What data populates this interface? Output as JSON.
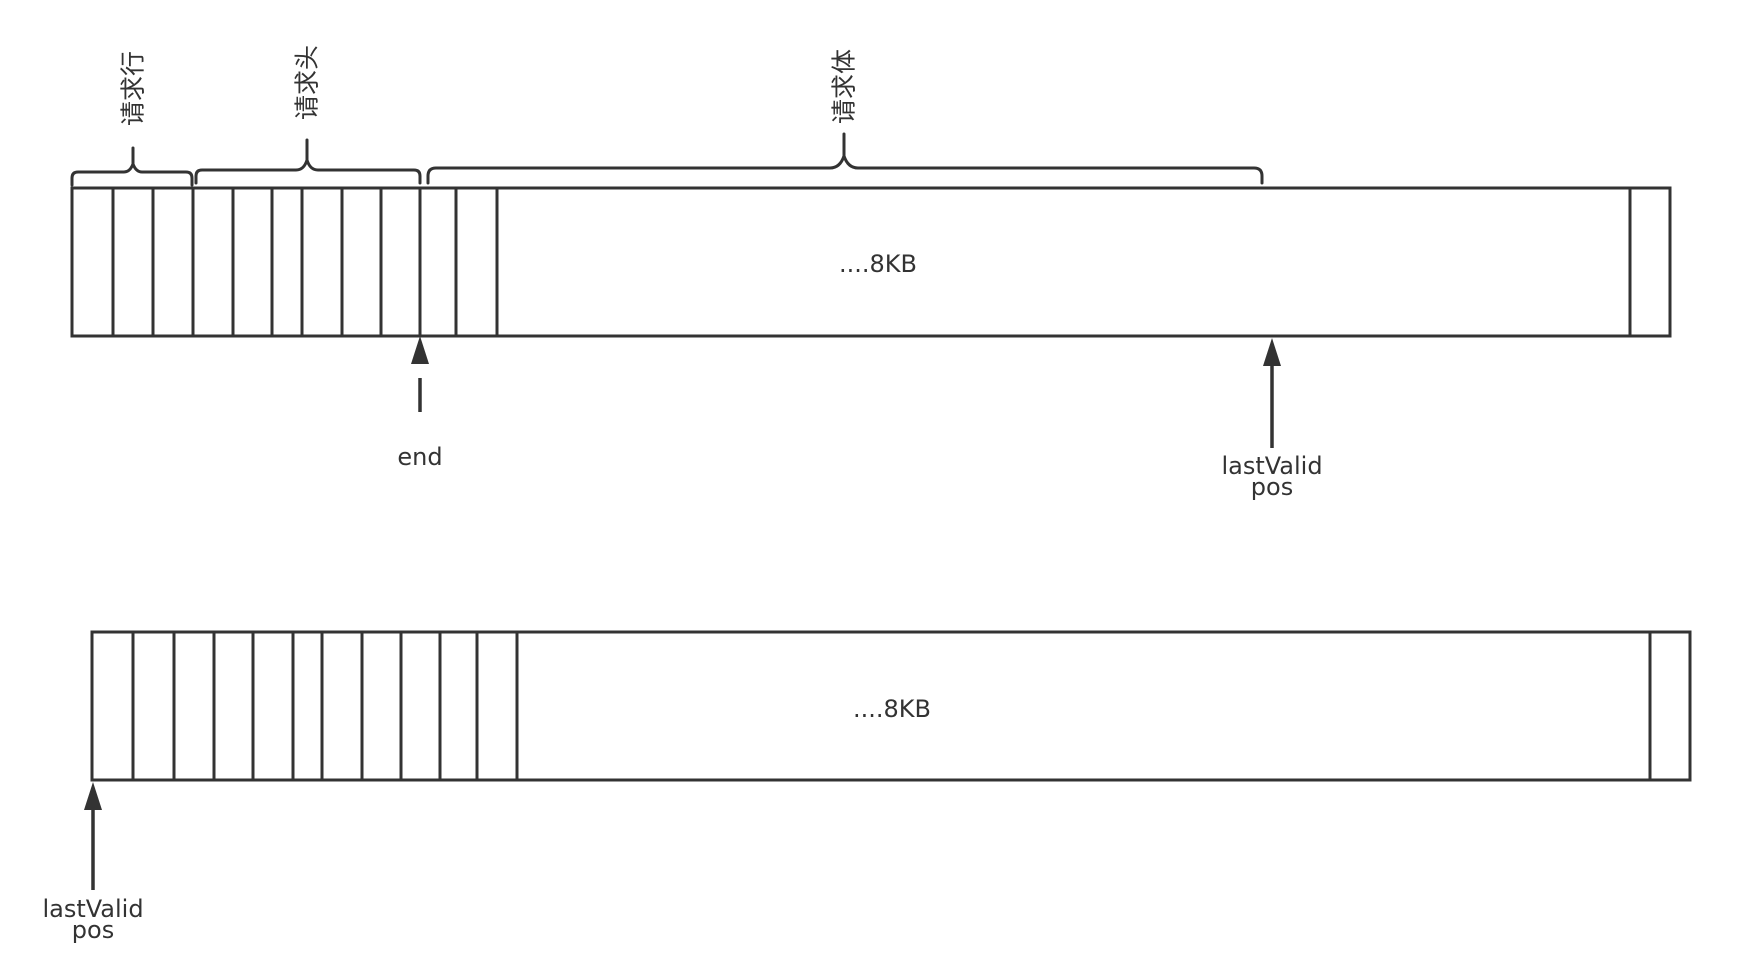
{
  "buffer_top": {
    "fill_label": "....8KB",
    "sections": [
      {
        "label": "请求行"
      },
      {
        "label": "请求头"
      },
      {
        "label": "请求体"
      }
    ],
    "pointers": [
      {
        "label": "end"
      },
      {
        "label_line1": "lastValid",
        "label_line2": "pos"
      }
    ]
  },
  "buffer_bottom": {
    "fill_label": "....8KB",
    "pointer": {
      "label_line1": "lastValid",
      "label_line2": "pos"
    }
  },
  "colors": {
    "stroke": "#333333",
    "background": "#ffffff"
  }
}
